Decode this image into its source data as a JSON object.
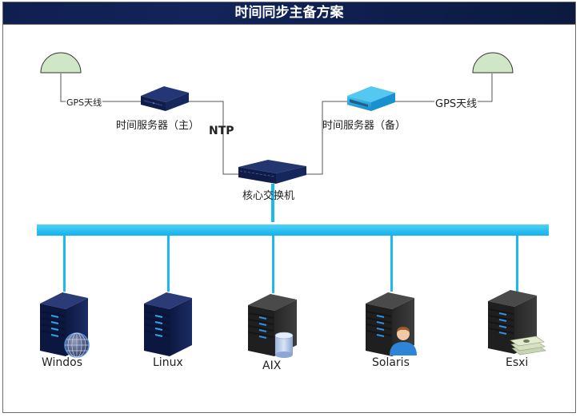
{
  "title": "时间同步主备方案",
  "colors": {
    "title_bg": "#0f1f4f",
    "bus": "#1fb8ee",
    "link": "#555555",
    "antenna_fill": "#cfe6c7"
  },
  "antennas": [
    {
      "id": "left",
      "label": "GPS天线",
      "icon": "gps-antenna-icon"
    },
    {
      "id": "right",
      "label": "GPS天线",
      "icon": "gps-antenna-icon"
    }
  ],
  "time_servers": [
    {
      "id": "primary",
      "label": "时间服务器（主）",
      "icon": "time-server-icon"
    },
    {
      "id": "backup",
      "label": "时间服务器（备）",
      "icon": "time-server-icon"
    }
  ],
  "protocol_label": "NTP",
  "core_switch": {
    "label": "核心交换机",
    "icon": "network-switch-icon"
  },
  "clients": [
    {
      "label": "Windos",
      "badge": "globe-icon"
    },
    {
      "label": "Linux",
      "badge": ""
    },
    {
      "label": "AIX",
      "badge": "database-icon"
    },
    {
      "label": "Solaris",
      "badge": "user-icon"
    },
    {
      "label": "Esxi",
      "badge": "money-icon"
    }
  ]
}
